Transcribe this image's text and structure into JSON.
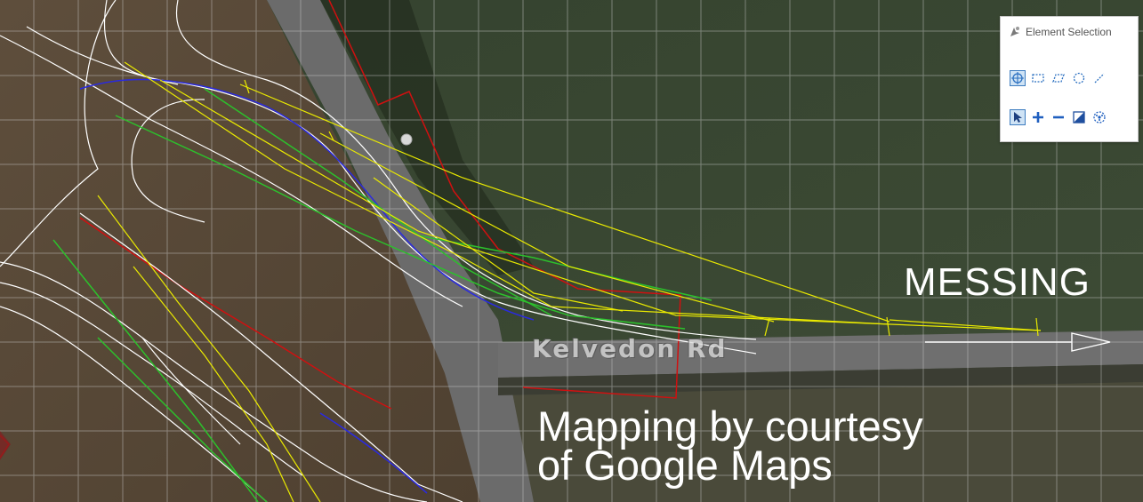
{
  "map": {
    "place_label": "MESSING",
    "credit_line1": "Mapping by courtesy",
    "credit_line2": "of Google Maps",
    "road_name": "Kelvedon Rd"
  },
  "panel": {
    "title": "Element Selection",
    "method_tools": [
      "individual-selection-icon",
      "rectangle-selection-icon",
      "polygon-selection-icon",
      "circle-selection-icon",
      "line-selection-icon"
    ],
    "mode_tools": [
      "pointer-select-icon",
      "add-selection-icon",
      "subtract-selection-icon",
      "invert-selection-icon",
      "select-all-icon"
    ],
    "active_method": "individual-selection-icon",
    "active_mode": "pointer-select-icon"
  },
  "colors": {
    "field_left": "#5a4a38",
    "field_right": "#3a4a32",
    "road": "#6a6a6a",
    "grid": "#c8c8c8",
    "line_white": "#ffffff",
    "line_yellow": "#e8e000",
    "line_green": "#2cb02c",
    "line_blue": "#2222cc",
    "line_red": "#cc1111"
  }
}
